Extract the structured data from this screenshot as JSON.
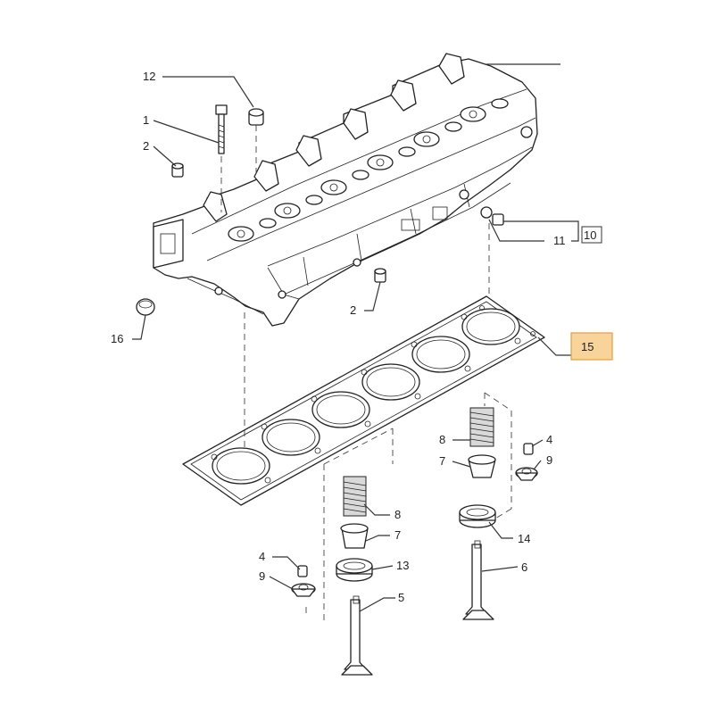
{
  "diagram": {
    "callouts": [
      {
        "id": "c12",
        "text": "12"
      },
      {
        "id": "c1",
        "text": "1"
      },
      {
        "id": "c2a",
        "text": "2"
      },
      {
        "id": "c2b",
        "text": "2"
      },
      {
        "id": "c16",
        "text": "16"
      },
      {
        "id": "c11",
        "text": "11"
      },
      {
        "id": "c10",
        "text": "10"
      },
      {
        "id": "c15",
        "text": "15"
      },
      {
        "id": "c8a",
        "text": "8"
      },
      {
        "id": "c7a",
        "text": "7"
      },
      {
        "id": "c4a",
        "text": "4"
      },
      {
        "id": "c9a",
        "text": "9"
      },
      {
        "id": "c14",
        "text": "14"
      },
      {
        "id": "c6",
        "text": "6"
      },
      {
        "id": "c8b",
        "text": "8"
      },
      {
        "id": "c7b",
        "text": "7"
      },
      {
        "id": "c13",
        "text": "13"
      },
      {
        "id": "c4b",
        "text": "4"
      },
      {
        "id": "c9b",
        "text": "9"
      },
      {
        "id": "c5",
        "text": "5"
      }
    ],
    "highlight_color": "#f8d49a",
    "highlight_border": "#e0a040"
  }
}
